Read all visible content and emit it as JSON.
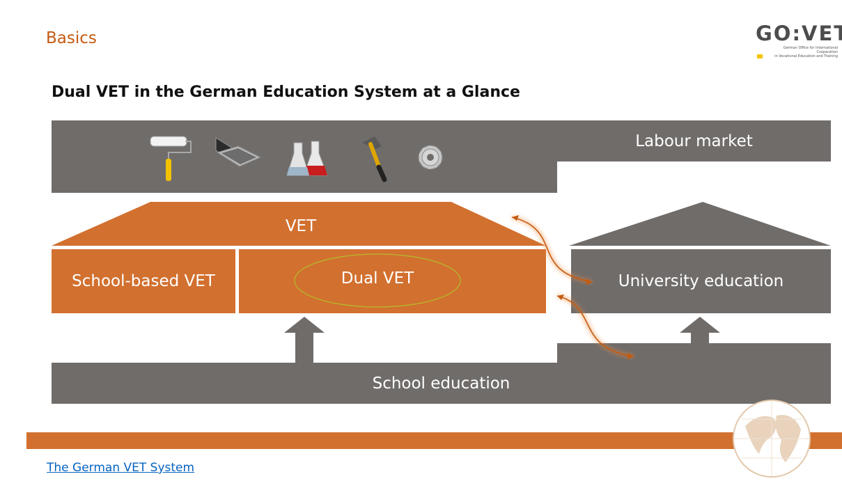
{
  "header": {
    "section": "Basics",
    "title": "Dual VET in the German Education System at a Glance"
  },
  "logo": {
    "main": "GO:VET",
    "sub_line1": "German Office for International Cooperation",
    "sub_line2": "in Vocational Education and Training"
  },
  "diagram": {
    "labour_market": "Labour market",
    "vet": "VET",
    "school_based_vet": "School-based VET",
    "dual_vet": "Dual VET",
    "university_education": "University education",
    "school_education": "School education",
    "icons": [
      "paint-roller-icon",
      "laptop-icon",
      "flasks-icon",
      "hammer-icon",
      "gear-icon"
    ]
  },
  "colors": {
    "orange": "#d2702f",
    "gray": "#706c6a",
    "accent_text": "#c55a11",
    "link": "#0563c1"
  },
  "footer": {
    "link": "The German VET System"
  }
}
